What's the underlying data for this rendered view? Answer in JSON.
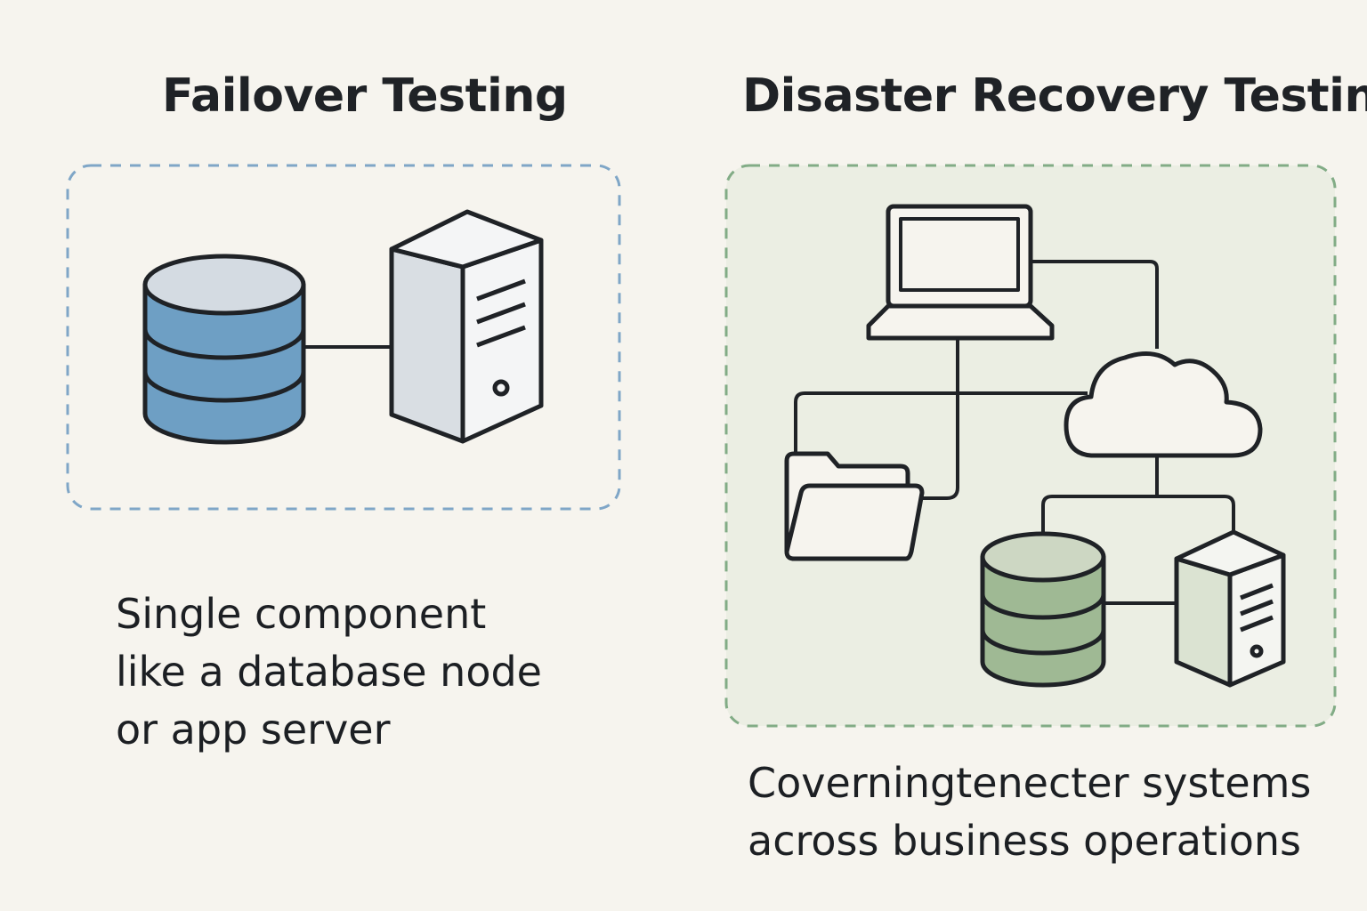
{
  "left_panel": {
    "title": "Failover Testing",
    "description_lines": [
      "Single component",
      "like a database node",
      "or app server"
    ],
    "icons": [
      "database-icon",
      "server-icon"
    ]
  },
  "right_panel": {
    "title": "Disaster Recovery Testing",
    "description_lines": [
      "Coverningtenecter systems",
      "across business operations"
    ],
    "icons": [
      "laptop-icon",
      "cloud-icon",
      "folder-icon",
      "database-icon",
      "server-icon"
    ]
  },
  "colors": {
    "background": "#f6f4ee",
    "left_border": "#7fa6c7",
    "left_accent": "#6e9fc4",
    "right_border": "#82ac86",
    "right_accent": "#9fb994",
    "right_panel_fill": "#ebeee3",
    "stroke": "#1f2226"
  }
}
